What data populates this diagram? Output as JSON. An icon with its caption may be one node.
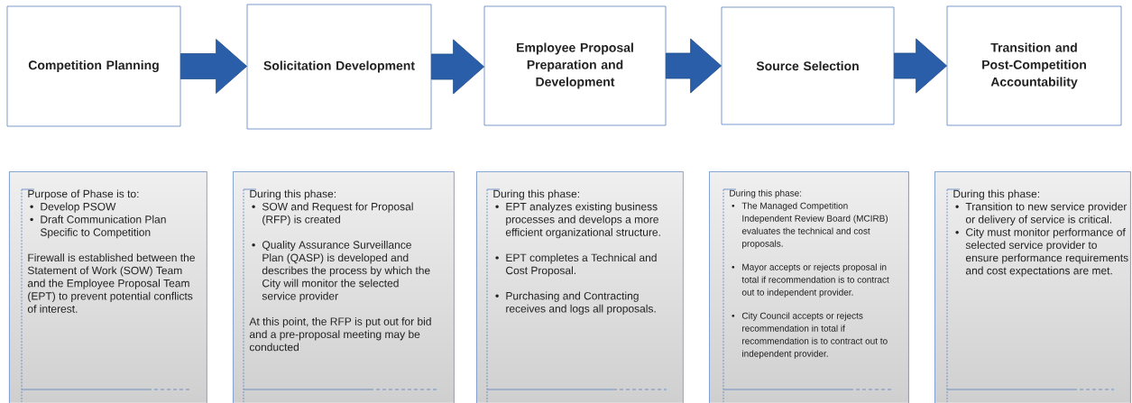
{
  "diagram": {
    "nodes": [
      {
        "text": [
          "Competition Planning"
        ]
      },
      {
        "text": [
          "Solicitation Development"
        ]
      },
      {
        "text": [
          "Employee Proposal Preparation and Development"
        ]
      },
      {
        "text": [
          "Source Selection"
        ]
      },
      {
        "text": [
          "Transition and Post-Competition Accountability"
        ]
      },
      {
        "text": [
          "Purpose of Phase is to:",
          "Develop PSOW",
          "Draft Communication Plan Specific to Competition",
          "Firewall is established between the Statement of Work (SOW) Team and the Employee Proposal Team (EPT) to prevent potential conflicts of interest."
        ]
      },
      {
        "text": [
          "During this phase:",
          "SOW and Request for Proposal (RFP) is created",
          "Quality Assurance Surveillance Plan (QASP) is developed and describes the process by which the City will monitor the selected service provider",
          "At this point, the RFP is put out for bid and a pre-proposal meeting may be conducted"
        ]
      },
      {
        "text": [
          "During this phase:",
          "EPT analyzes existing business processes and develops a more efficient organizational structure.",
          "EPT completes a Technical and Cost Proposal.",
          "Purchasing and Contracting receives and logs all proposals."
        ]
      },
      {
        "text": [
          "During this phase:",
          "The Managed Competition Independent Review Board (MCIRB) evaluates the technical and cost proposals.",
          "Mayor accepts or rejects proposal in total if recommendation is to contract out to independent provider.",
          "City Council accepts or rejects recommendation in total if recommendation is to contract out to independent provider."
        ]
      },
      {
        "text": [
          "During this phase:",
          "Transition to new service provider or delivery of service is critical.",
          "City must monitor performance of selected service provider to ensure performance requirements and cost expectations are met."
        ]
      }
    ],
    "edges": [
      {
        "from": 0,
        "to": 1,
        "arrow": "to"
      },
      {
        "from": 1,
        "to": 2,
        "arrow": "to"
      },
      {
        "from": 2,
        "to": 3,
        "arrow": "to"
      },
      {
        "from": 3,
        "to": 4,
        "arrow": "to"
      }
    ]
  }
}
